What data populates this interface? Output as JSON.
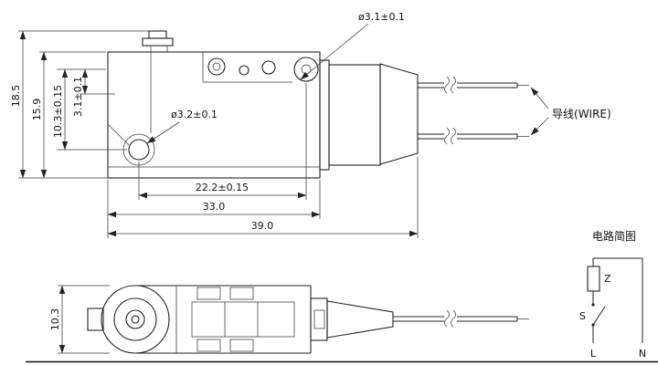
{
  "drawing": {
    "side_view": {
      "dim_18_5": "18.5",
      "dim_15_9": "15.9",
      "dim_10_3": "10.3±0.15",
      "dim_3_1": "3.1±0.1",
      "hole_top_callout": "ø3.1±0.1",
      "hole_side_callout": "ø3.2±0.1",
      "dim_22_2": "22.2±0.15",
      "dim_33": "33.0",
      "dim_39": "39.0",
      "wire_label": "导线(WIRE)"
    },
    "top_view": {
      "dim_10_3": "10.3"
    },
    "circuit": {
      "title": "电路简图",
      "component_z": "Z",
      "switch_s": "S",
      "terminal_l": "L",
      "terminal_n": "N"
    }
  }
}
